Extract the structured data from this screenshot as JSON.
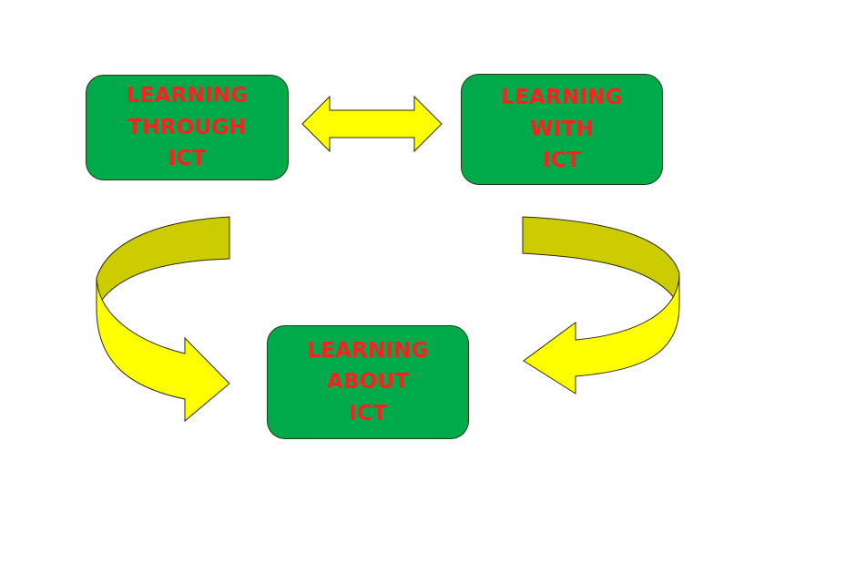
{
  "diagram": {
    "nodes": [
      {
        "id": "through",
        "lines": [
          "LEARNING",
          "THROUGH",
          "ICT"
        ]
      },
      {
        "id": "with",
        "lines": [
          "LEARNING",
          "WITH",
          "ICT"
        ]
      },
      {
        "id": "about",
        "lines": [
          "LEARNING",
          "ABOUT",
          "ICT"
        ]
      }
    ],
    "edges": [
      {
        "from": "through",
        "to": "with",
        "style": "double-arrow"
      },
      {
        "from": "through",
        "to": "about",
        "style": "curved-arrow"
      },
      {
        "from": "with",
        "to": "about",
        "style": "curved-arrow"
      }
    ],
    "colors": {
      "box_fill": "#00aa4a",
      "box_text": "#ff1f1f",
      "arrow_fill": "#ffff00",
      "arrow_shade": "#cccc00",
      "outline": "#1b3b1b"
    }
  }
}
